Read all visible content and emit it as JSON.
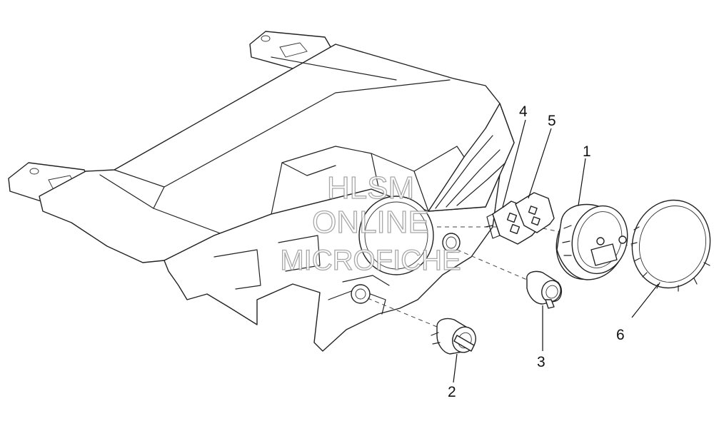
{
  "callouts": [
    {
      "id": "1",
      "text": "1"
    },
    {
      "id": "2",
      "text": "2"
    },
    {
      "id": "3",
      "text": "3"
    },
    {
      "id": "4",
      "text": "4"
    },
    {
      "id": "5",
      "text": "5"
    },
    {
      "id": "6",
      "text": "6"
    }
  ],
  "watermark": {
    "line1": "HLSM",
    "line2": "ONLINE",
    "line3": "MICROFICHE"
  }
}
